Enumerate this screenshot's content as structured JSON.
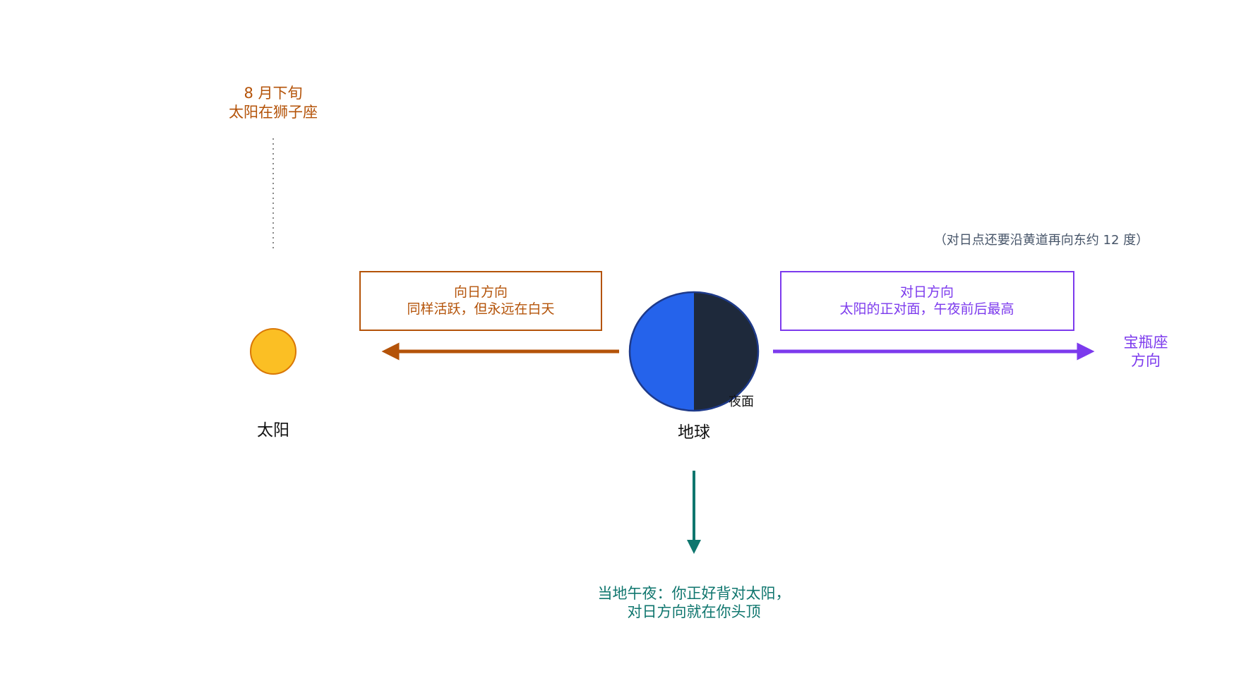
{
  "sun_date": {
    "line1": "8 月下旬",
    "line2": "太阳在狮子座"
  },
  "sun_label": "太阳",
  "earth_label": "地球",
  "night_side_label": "夜面",
  "sunward_box": {
    "title": "向日方向",
    "subtitle": "同样活跃，但永远在白天"
  },
  "antisolar_box": {
    "title": "对日方向",
    "subtitle": "太阳的正对面，午夜前后最高"
  },
  "antisolar_note": "（对日点还要沿黄道再向东约 12 度）",
  "aquarius_label": {
    "line1": "宝瓶座",
    "line2": "方向"
  },
  "midnight_note": {
    "line1": "当地午夜：你正好背对太阳，",
    "line2": "对日方向就在你头顶"
  },
  "colors": {
    "sun_fill": "#fbbf24",
    "sun_stroke": "#d97706",
    "earth_day": "#2563eb",
    "earth_night": "#1e293b",
    "earth_outline": "#1e3a8a",
    "sunward": "#b45309",
    "antisolar": "#7c3aed",
    "overhead": "#0f766e",
    "guide": "#888888",
    "note": "#475569"
  }
}
